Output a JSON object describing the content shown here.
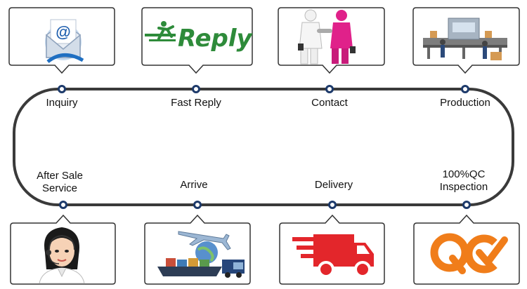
{
  "diagram": {
    "steps_top": [
      {
        "label": "Inquiry",
        "icon": "email-icon"
      },
      {
        "label": "Fast Reply",
        "icon": "reply-logo-icon",
        "logo_text": "Reply"
      },
      {
        "label": "Contact",
        "icon": "handshake-icon"
      },
      {
        "label": "Production",
        "icon": "factory-line-icon"
      }
    ],
    "steps_bottom": [
      {
        "label_line1": "After Sale",
        "label_line2": "Service",
        "icon": "support-agent-icon"
      },
      {
        "label": "Arrive",
        "icon": "ship-plane-icon"
      },
      {
        "label": "Delivery",
        "icon": "delivery-truck-icon"
      },
      {
        "label_line1": "100%QC",
        "label_line2": "Inspection",
        "icon": "qc-check-icon",
        "logo_text": "QC"
      }
    ],
    "colors": {
      "track": "#3a3a3a",
      "node": "#1d3a6b",
      "reply_green": "#2e8b3a",
      "truck_red": "#e3262b",
      "qc_orange": "#f07d1a"
    }
  }
}
